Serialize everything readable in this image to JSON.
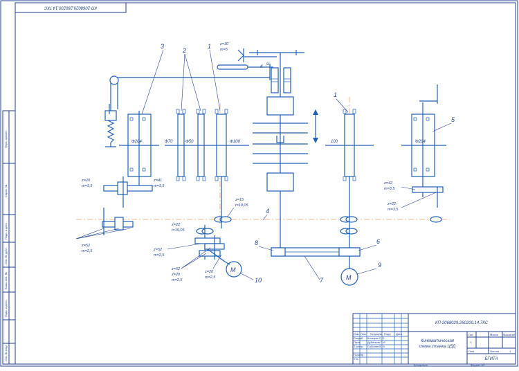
{
  "stamp_top": "КП-2068029.260200.14.7КС",
  "side_labels": [
    "Перв. примен.",
    "Справ. №",
    "Подп. и дата",
    "Инв. № дубл.",
    "Взам. инв. №",
    "Подп. и дата",
    "Инв. № подл."
  ],
  "part_numbers": [
    "1",
    "2",
    "3",
    "1",
    "4",
    "5",
    "6",
    "7",
    "8",
    "9",
    "10"
  ],
  "dims": {
    "d204_left": "Ф204",
    "d70": "Ф70",
    "d50": "Ф50",
    "d100": "Ф100",
    "d100_right": "100",
    "d204_right": "Ф204",
    "k_label": "K",
    "u_label": "U"
  },
  "gears": {
    "g_top_z": "z=30",
    "g_top_m": "m=5",
    "g_l1_z": "z=20",
    "g_l1_m": "m=3,5",
    "g_l2_z": "z=41",
    "g_l2_m": "m=3,5",
    "g_l3_z": "z=52",
    "g_l3_m": "m=2,5",
    "g_w1_z": "z=15",
    "g_w1_t": "t=19,05",
    "g_w2_z": "z=22",
    "g_w2_t": "t=19,05",
    "g_c1_z": "z=52",
    "g_c1_m": "m=2,5",
    "g_c2_z": "z=52",
    "g_c2_z2": "z=20",
    "g_c2_m": "m=2,5",
    "g_c3_z": "z=20",
    "g_c3_m": "m=2,5",
    "g_r1_z": "z=42",
    "g_r1_m": "m=3,5",
    "g_r2_z": "z=22",
    "g_r2_m": "m=3,5"
  },
  "motors": {
    "left": "M",
    "right": "M"
  },
  "title_block": {
    "doc_code": "КП-2068029.260200.14.7КС",
    "title_line1": "Кинематическая",
    "title_line2": "схема станка Ц5Д",
    "org": "БГИТА",
    "col_lit": "Лит.",
    "col_mass": "Масса",
    "col_scale": "Масштаб",
    "lit_value": "У",
    "sheet": "Лист",
    "sheets": "Листов",
    "sheets_value": "1",
    "hdr_izm": "Изм.",
    "hdr_list": "Лист",
    "hdr_ndoc": "№ докум.",
    "hdr_podp": "Подп.",
    "hdr_data": "Дата",
    "role_razrab": "Разраб.",
    "role_prov": "Пров.",
    "role_tkontr": "Т.контр.",
    "role_nkontr": "Н.контр.",
    "role_utv": "Утв.",
    "name_razrab": "Кольцов С. Е.",
    "name_prov": "Дубенков Г. И.",
    "name_tkontr": "Соболев В. В.",
    "copied": "Копировал",
    "format": "Формат   А3"
  }
}
